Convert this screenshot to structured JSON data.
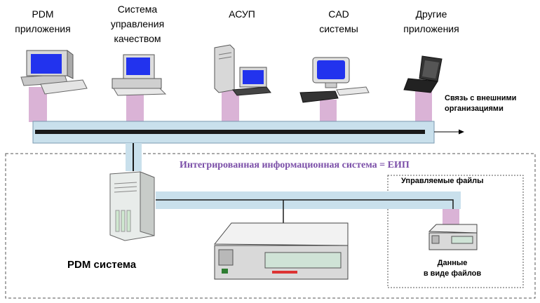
{
  "top_systems": [
    {
      "lines": [
        "PDM",
        "приложения"
      ]
    },
    {
      "lines": [
        "Система",
        "управления",
        "качеством"
      ]
    },
    {
      "lines": [
        "АСУП"
      ]
    },
    {
      "lines": [
        "CAD",
        "системы"
      ]
    },
    {
      "lines": [
        "Другие",
        "приложения"
      ]
    }
  ],
  "external_link": {
    "lines": [
      "Связь с внешними",
      "организациями"
    ]
  },
  "integrated_system": {
    "title": "Интегрированная информационная система = ЕИП"
  },
  "managed_files": {
    "title": "Управляемые файлы"
  },
  "pdm_system": {
    "label": "PDM система"
  },
  "file_data": {
    "lines": [
      "Данные",
      "в виде файлов"
    ]
  },
  "colors": {
    "bus_fill": "#c9e0ec",
    "bus_border": "#7a9ab0",
    "connector": "#dab3d6",
    "title_purple": "#7b4fa8",
    "monitor_screen": "#2233ee"
  }
}
